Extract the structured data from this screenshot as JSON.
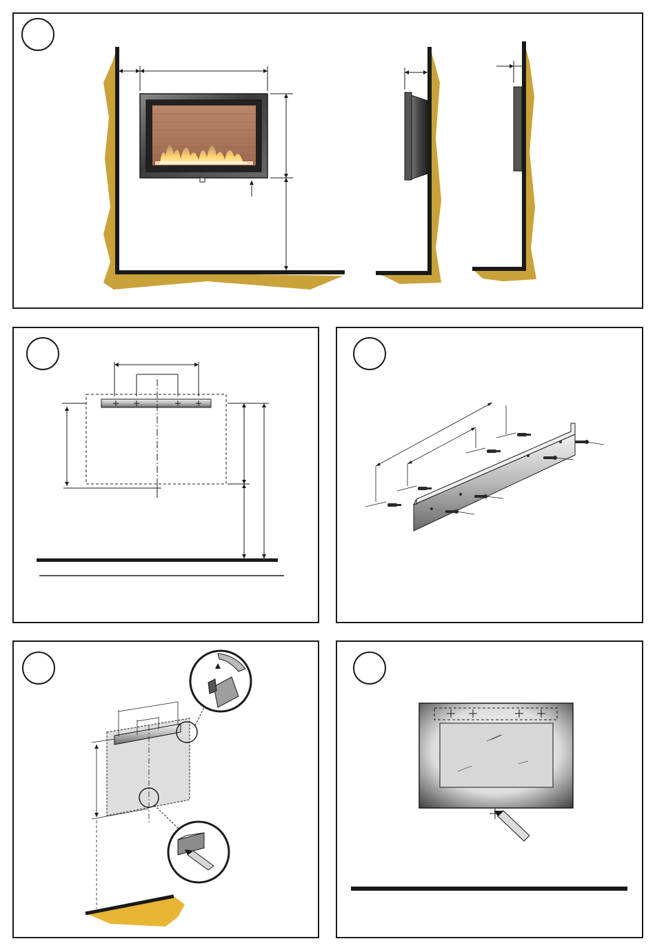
{
  "panels": [
    {
      "id": "panel-1",
      "step_number": ""
    },
    {
      "id": "panel-2",
      "step_number": ""
    },
    {
      "id": "panel-3",
      "step_number": ""
    },
    {
      "id": "panel-4",
      "step_number": ""
    },
    {
      "id": "panel-5",
      "step_number": ""
    }
  ],
  "colors": {
    "wall_fill": "#c9a23a",
    "floor_fill_yellow": "#e8b534",
    "frame_steel": "#4a4a4a",
    "firebox_brick": "#b07a5c",
    "flame": "#ffcf5a",
    "wall_plate": "#dedede",
    "line": "#1a1a1a"
  },
  "icons": {
    "heater": "fireplace-icon",
    "bracket": "mounting-bracket-icon",
    "screw": "screw-icon",
    "pencil": "pencil-icon",
    "magnifier": "detail-circle-icon"
  }
}
